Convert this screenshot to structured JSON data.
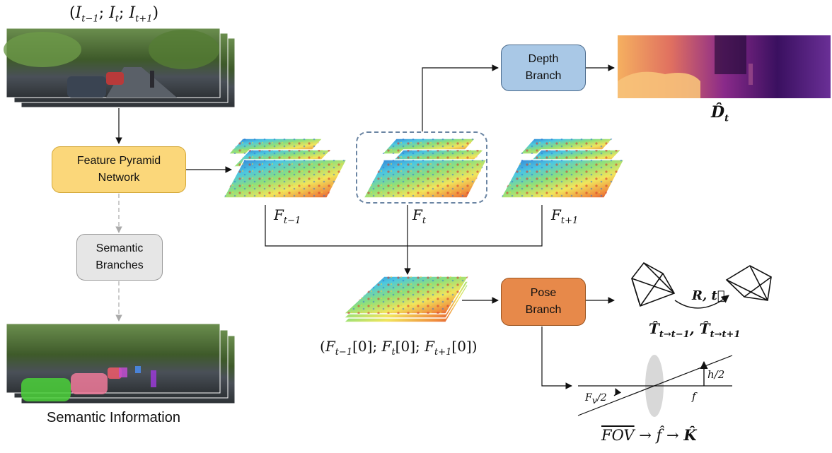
{
  "inputs": {
    "label": "(I_{t−1}; I_t; I_{t+1})",
    "label_parts": [
      "I",
      "t−1",
      "I",
      "t",
      "I",
      "t+1"
    ]
  },
  "boxes": {
    "fpn": {
      "line1": "Feature Pyramid",
      "line2": "Network"
    },
    "semantic": {
      "line1": "Semantic",
      "line2": "Branches"
    },
    "depth": {
      "line1": "Depth",
      "line2": "Branch"
    },
    "pose": {
      "line1": "Pose",
      "line2": "Branch"
    }
  },
  "features": {
    "prev": {
      "base": "F",
      "sub": "t−1"
    },
    "curr": {
      "base": "F",
      "sub": "t"
    },
    "next": {
      "base": "F",
      "sub": "t+1"
    },
    "stack_label": {
      "base": "F",
      "subs": [
        "t−1",
        "t",
        "t+1"
      ],
      "index": "[0]"
    }
  },
  "outputs": {
    "depth": {
      "base": "D̂",
      "sub": "t"
    },
    "semantic_caption": "Semantic Information",
    "rt_label": "R, t⃗",
    "pose_label": {
      "base": "T̂",
      "sub1": "t→t−1",
      "sub2": "t→t+1"
    },
    "fov_label": {
      "fov": "FOV",
      "f": "f̂",
      "k": "K̂",
      "arrow": "→"
    },
    "lens": {
      "h": "h/2",
      "f": "f",
      "fv": "F",
      "fv_sub": "v",
      "fv_tail": "/2"
    }
  },
  "colors": {
    "fpn_fill": "#fbd77a",
    "sem_fill": "#e6e6e6",
    "depth_fill": "#a9c8e6",
    "pose_fill": "#e7894a",
    "frame": "#6b85a3"
  }
}
